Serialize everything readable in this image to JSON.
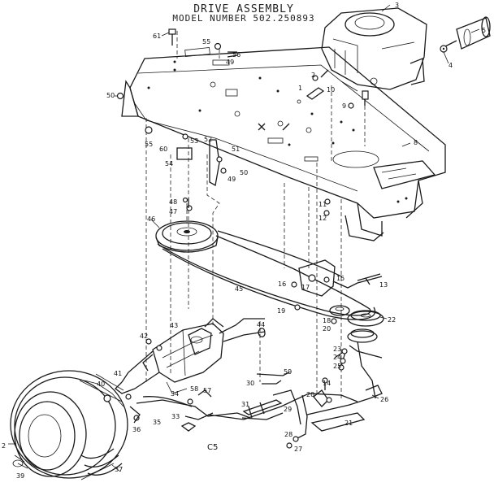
{
  "title": "DRIVE ASSEMBLY",
  "subtitle": "MODEL NUMBER 502.250893",
  "figure_code": "C5",
  "callouts": [
    {
      "id": "c3",
      "label": "3"
    },
    {
      "id": "c5",
      "label": "5"
    },
    {
      "id": "c4",
      "label": "4"
    },
    {
      "id": "c61",
      "label": "61"
    },
    {
      "id": "c55a",
      "label": "55"
    },
    {
      "id": "c56",
      "label": "56"
    },
    {
      "id": "c49a",
      "label": "49"
    },
    {
      "id": "c50a",
      "label": "50"
    },
    {
      "id": "c2",
      "label": "2"
    },
    {
      "id": "c1",
      "label": "1"
    },
    {
      "id": "c10",
      "label": "10"
    },
    {
      "id": "c9",
      "label": "9"
    },
    {
      "id": "c8",
      "label": "8"
    },
    {
      "id": "c55b",
      "label": "55"
    },
    {
      "id": "c60",
      "label": "60"
    },
    {
      "id": "c53",
      "label": "53"
    },
    {
      "id": "c52",
      "label": "52"
    },
    {
      "id": "c51",
      "label": "51"
    },
    {
      "id": "c54",
      "label": "54"
    },
    {
      "id": "c49b",
      "label": "49"
    },
    {
      "id": "c50b",
      "label": "50"
    },
    {
      "id": "c11",
      "label": "11"
    },
    {
      "id": "c12",
      "label": "12"
    },
    {
      "id": "c48",
      "label": "48"
    },
    {
      "id": "c47",
      "label": "47"
    },
    {
      "id": "c46",
      "label": "46"
    },
    {
      "id": "c15",
      "label": "15"
    },
    {
      "id": "c13",
      "label": "13"
    },
    {
      "id": "c16",
      "label": "16"
    },
    {
      "id": "c17",
      "label": "17"
    },
    {
      "id": "c45",
      "label": "45"
    },
    {
      "id": "c19",
      "label": "19"
    },
    {
      "id": "c18",
      "label": "18"
    },
    {
      "id": "c20a",
      "label": "20"
    },
    {
      "id": "c22",
      "label": "22"
    },
    {
      "id": "c44",
      "label": "44"
    },
    {
      "id": "c43",
      "label": "43"
    },
    {
      "id": "c42",
      "label": "42"
    },
    {
      "id": "c23",
      "label": "23"
    },
    {
      "id": "c24",
      "label": "24"
    },
    {
      "id": "c25",
      "label": "25"
    },
    {
      "id": "c59",
      "label": "59"
    },
    {
      "id": "c41",
      "label": "41"
    },
    {
      "id": "c40",
      "label": "40"
    },
    {
      "id": "c30",
      "label": "30"
    },
    {
      "id": "c14",
      "label": "14"
    },
    {
      "id": "c20b",
      "label": "20"
    },
    {
      "id": "c26",
      "label": "26"
    },
    {
      "id": "c34",
      "label": "34"
    },
    {
      "id": "c58",
      "label": "58"
    },
    {
      "id": "c57",
      "label": "57"
    },
    {
      "id": "c31",
      "label": "31"
    },
    {
      "id": "c29",
      "label": "29"
    },
    {
      "id": "c21",
      "label": "21"
    },
    {
      "id": "c33",
      "label": "33"
    },
    {
      "id": "c35",
      "label": "35"
    },
    {
      "id": "c36",
      "label": "36"
    },
    {
      "id": "c28",
      "label": "28"
    },
    {
      "id": "c27",
      "label": "27"
    },
    {
      "id": "c37",
      "label": "37"
    },
    {
      "id": "c39",
      "label": "39"
    },
    {
      "id": "c38",
      "label": "2"
    }
  ]
}
